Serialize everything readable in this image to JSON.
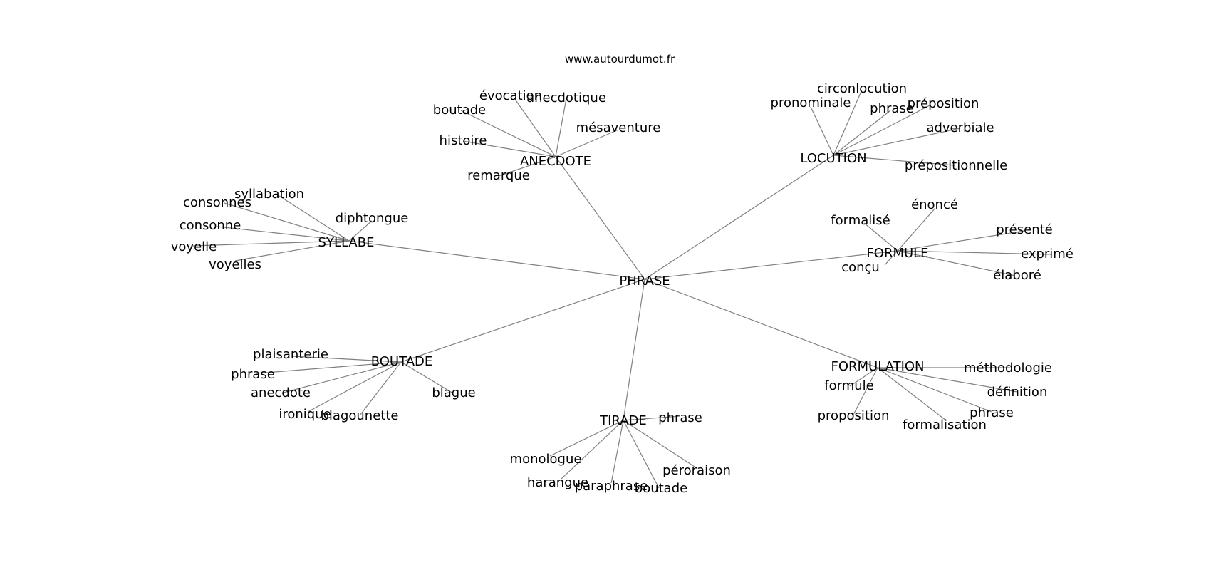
{
  "graph": {
    "credit": "www.autourdumot.fr",
    "edge_color": "#808080",
    "text_color": "#000000",
    "background": "#ffffff",
    "center": "PHRASE",
    "hubs": [
      {
        "label": "ANECDOTE",
        "leaves": [
          "évocation",
          "anecdotique",
          "boutade",
          "mésaventure",
          "histoire",
          "remarque"
        ]
      },
      {
        "label": "LOCUTION",
        "leaves": [
          "circonlocution",
          "pronominale",
          "phrase",
          "préposition",
          "adverbiale",
          "prépositionnelle"
        ]
      },
      {
        "label": "SYLLABE",
        "leaves": [
          "syllabation",
          "consonnes",
          "diphtongue",
          "consonne",
          "voyelle",
          "voyelles"
        ]
      },
      {
        "label": "FORMULE",
        "leaves": [
          "énoncé",
          "formalisé",
          "présenté",
          "exprimé",
          "conçu",
          "élaboré"
        ]
      },
      {
        "label": "BOUTADE",
        "leaves": [
          "plaisanterie",
          "phrase",
          "anecdote",
          "blague",
          "ironique",
          "blagounette"
        ]
      },
      {
        "label": "FORMULATION",
        "leaves": [
          "méthodologie",
          "formule",
          "définition",
          "phrase",
          "proposition",
          "formalisation"
        ]
      },
      {
        "label": "TIRADE",
        "leaves": [
          "phrase",
          "monologue",
          "péroraison",
          "harangue",
          "paraphrase",
          "boutade"
        ]
      }
    ]
  }
}
